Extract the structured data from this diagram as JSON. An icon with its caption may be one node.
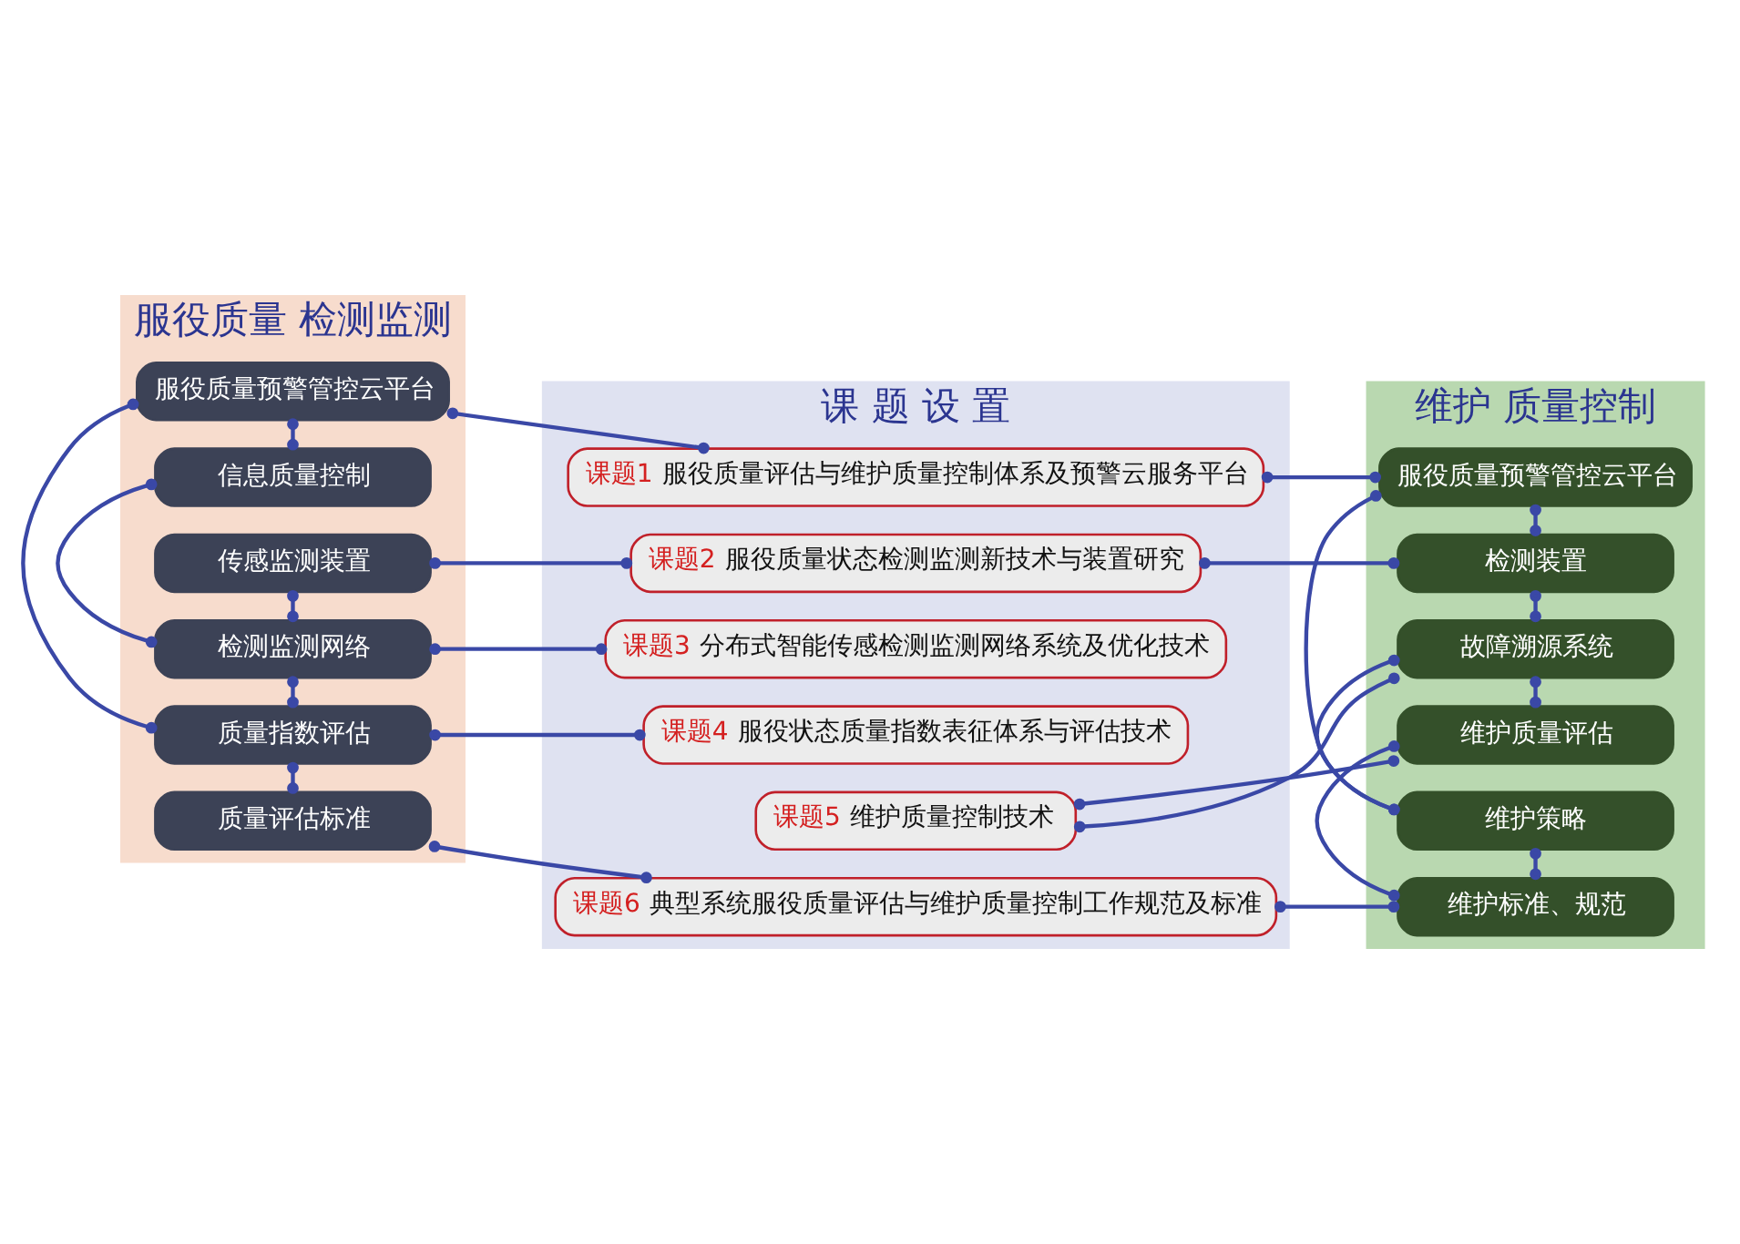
{
  "diagram": {
    "nodes": [
      {
        "text": [
          "服役质量 检测监测"
        ]
      },
      {
        "text": [
          "课 题 设 置"
        ]
      },
      {
        "text": [
          "维护 质量控制"
        ]
      },
      {
        "text": [
          "服役质量预警管控云平台"
        ],
        "in": 0
      },
      {
        "text": [
          "信息质量控制"
        ],
        "in": 0
      },
      {
        "text": [
          "传感监测装置"
        ],
        "in": 0
      },
      {
        "text": [
          "检测监测网络"
        ],
        "in": 0
      },
      {
        "text": [
          "质量指数评估"
        ],
        "in": 0
      },
      {
        "text": [
          "质量评估标准"
        ],
        "in": 0
      },
      {
        "text": [
          "课题1",
          "服役质量评估与维护质量控制体系及预警云服务平台"
        ],
        "in": 1
      },
      {
        "text": [
          "课题2",
          "服役质量状态检测监测新技术与装置研究"
        ],
        "in": 1
      },
      {
        "text": [
          "课题3",
          "分布式智能传感检测监测网络系统及优化技术"
        ],
        "in": 1
      },
      {
        "text": [
          "课题4",
          "服役状态质量指数表征体系与评估技术"
        ],
        "in": 1
      },
      {
        "text": [
          "课题5",
          "维护质量控制技术"
        ],
        "in": 1
      },
      {
        "text": [
          "课题6",
          "典型系统服役质量评估与维护质量控制工作规范及标准"
        ],
        "in": 1
      },
      {
        "text": [
          "服役质量预警管控云平台"
        ],
        "in": 2
      },
      {
        "text": [
          "检测装置"
        ],
        "in": 2
      },
      {
        "text": [
          "故障溯源系统"
        ],
        "in": 2
      },
      {
        "text": [
          "维护质量评估"
        ],
        "in": 2
      },
      {
        "text": [
          "维护策略"
        ],
        "in": 2
      },
      {
        "text": [
          "维护标准、规范"
        ],
        "in": 2
      }
    ],
    "edges": [
      {
        "from": 3,
        "to": 9,
        "arrow": "other"
      },
      {
        "from": 3,
        "to": 4,
        "arrow": "other"
      },
      {
        "from": 3,
        "to": 7,
        "arrow": "other"
      },
      {
        "from": 4,
        "to": 6,
        "arrow": "other"
      },
      {
        "from": 5,
        "to": 6,
        "arrow": "other"
      },
      {
        "from": 5,
        "to": 10,
        "arrow": "other"
      },
      {
        "from": 6,
        "to": 11,
        "arrow": "other"
      },
      {
        "from": 6,
        "to": 7,
        "arrow": "other"
      },
      {
        "from": 7,
        "to": 12,
        "arrow": "other"
      },
      {
        "from": 7,
        "to": 8,
        "arrow": "other"
      },
      {
        "from": 8,
        "to": 14,
        "arrow": "other"
      },
      {
        "from": 9,
        "to": 15,
        "arrow": "other"
      },
      {
        "from": 10,
        "to": 16,
        "arrow": "other"
      },
      {
        "from": 13,
        "to": 17,
        "arrow": "other"
      },
      {
        "from": 13,
        "to": 18,
        "arrow": "other"
      },
      {
        "from": 14,
        "to": 20,
        "arrow": "other"
      },
      {
        "from": 15,
        "to": 16,
        "arrow": "other"
      },
      {
        "from": 15,
        "to": 19,
        "arrow": "other"
      },
      {
        "from": 16,
        "to": 17,
        "arrow": "other"
      },
      {
        "from": 17,
        "to": 19,
        "arrow": "other"
      },
      {
        "from": 17,
        "to": 18,
        "arrow": "other"
      },
      {
        "from": 18,
        "to": 20,
        "arrow": "other"
      },
      {
        "from": 19,
        "to": 20,
        "arrow": "other"
      }
    ]
  }
}
